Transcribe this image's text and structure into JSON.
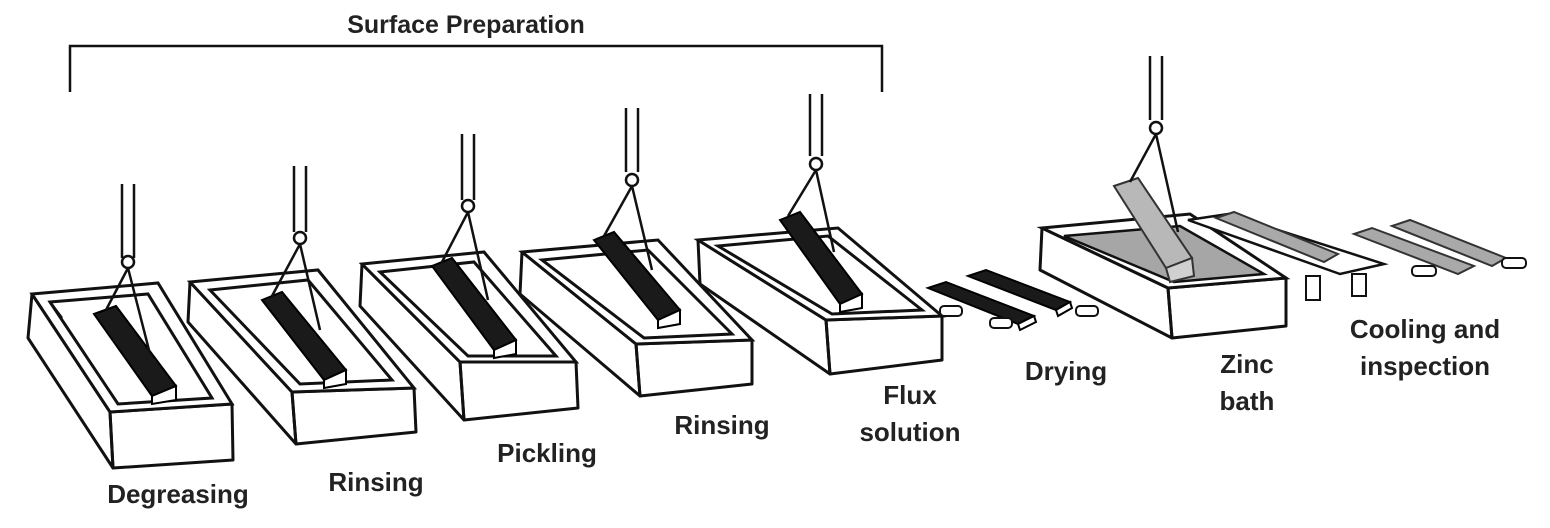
{
  "title": "Surface Preparation",
  "stages": {
    "degreasing": {
      "label": "Degreasing",
      "color": "#7cbf3a"
    },
    "rinsing1": {
      "label": "Rinsing",
      "color": "#3c7098"
    },
    "pickling": {
      "label": "Pickling",
      "color": "#ee2024"
    },
    "rinsing2": {
      "label": "Rinsing",
      "color": "#3c7098"
    },
    "flux": {
      "label_line1": "Flux",
      "label_line2": "solution",
      "color": "#fff200"
    },
    "drying": {
      "label": "Drying"
    },
    "zinc": {
      "label_line1": "Zinc",
      "label_line2": "bath",
      "color": "#6a2c91"
    },
    "cooling": {
      "label_line1": "Cooling and",
      "label_line2": "inspection"
    }
  }
}
